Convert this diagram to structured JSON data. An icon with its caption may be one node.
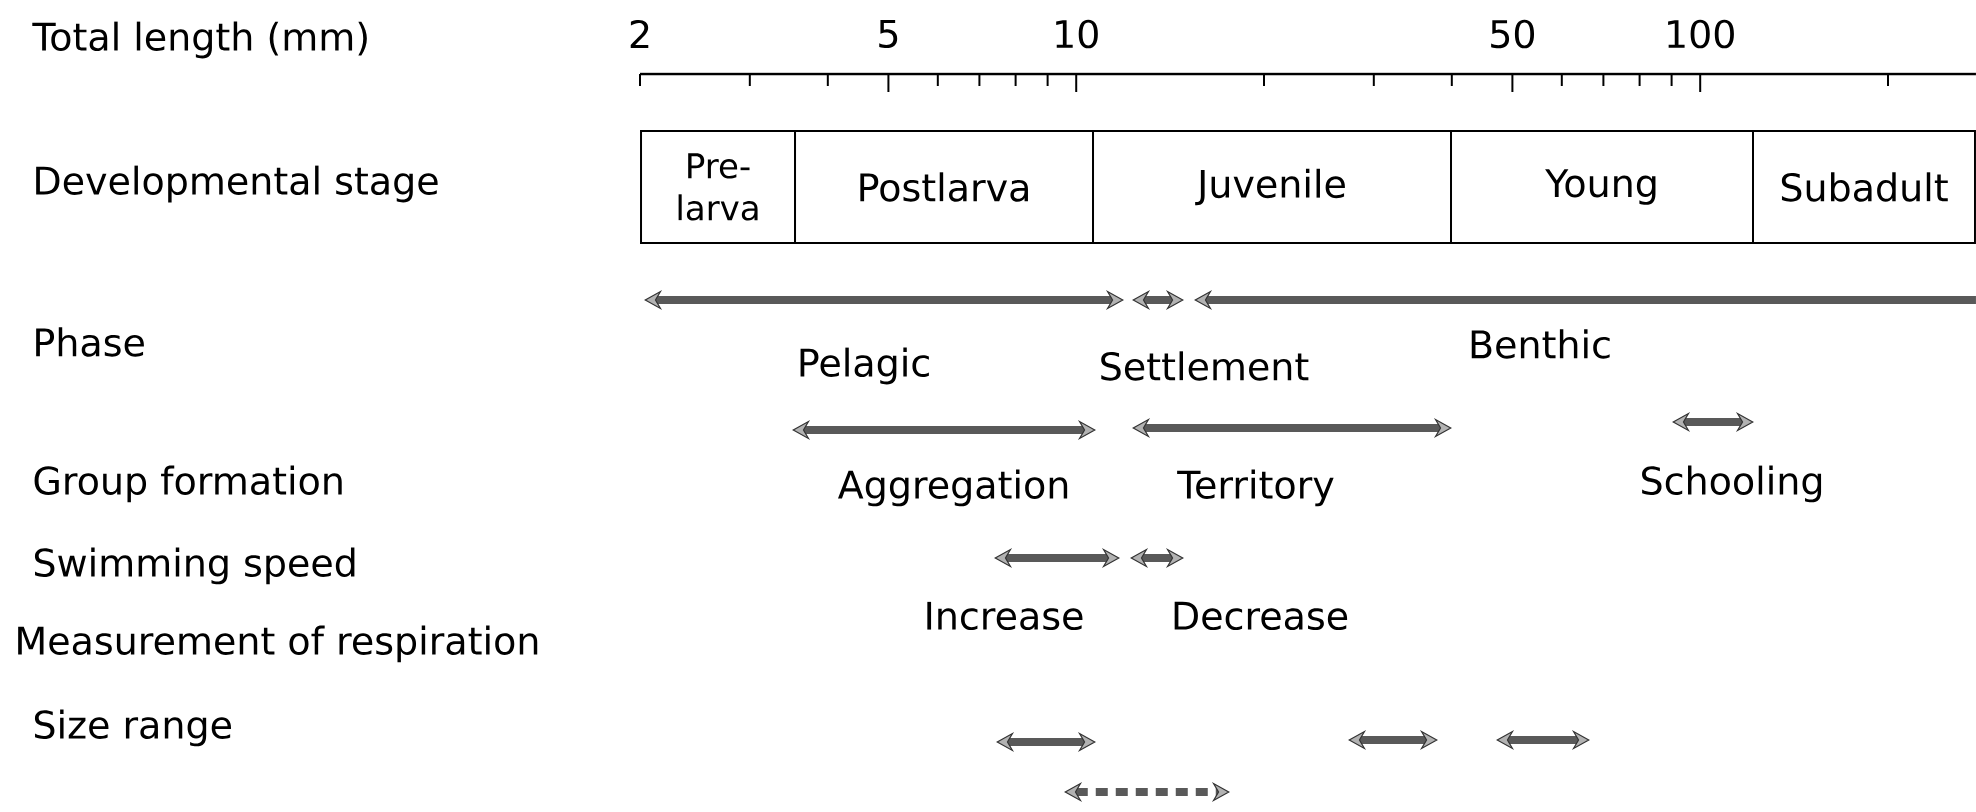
{
  "diagram": {
    "nodes": [
      {
        "text": [
          "Pre- larva"
        ]
      },
      {
        "text": [
          "Postlarva"
        ]
      },
      {
        "text": [
          "Juvenile"
        ]
      },
      {
        "text": [
          "Young"
        ]
      },
      {
        "text": [
          "Subadult"
        ]
      }
    ],
    "labels": [
      "Total length (mm)",
      "2",
      "5",
      "10",
      "50",
      "100",
      "Developmental stage",
      "Phase",
      "Pelagic",
      "Settlement",
      "Benthic",
      "Group formation",
      "Aggregation",
      "Territory",
      "Schooling",
      "Swimming speed",
      "Increase",
      "Decrease",
      "Measurement of respiration",
      "Size range"
    ]
  }
}
